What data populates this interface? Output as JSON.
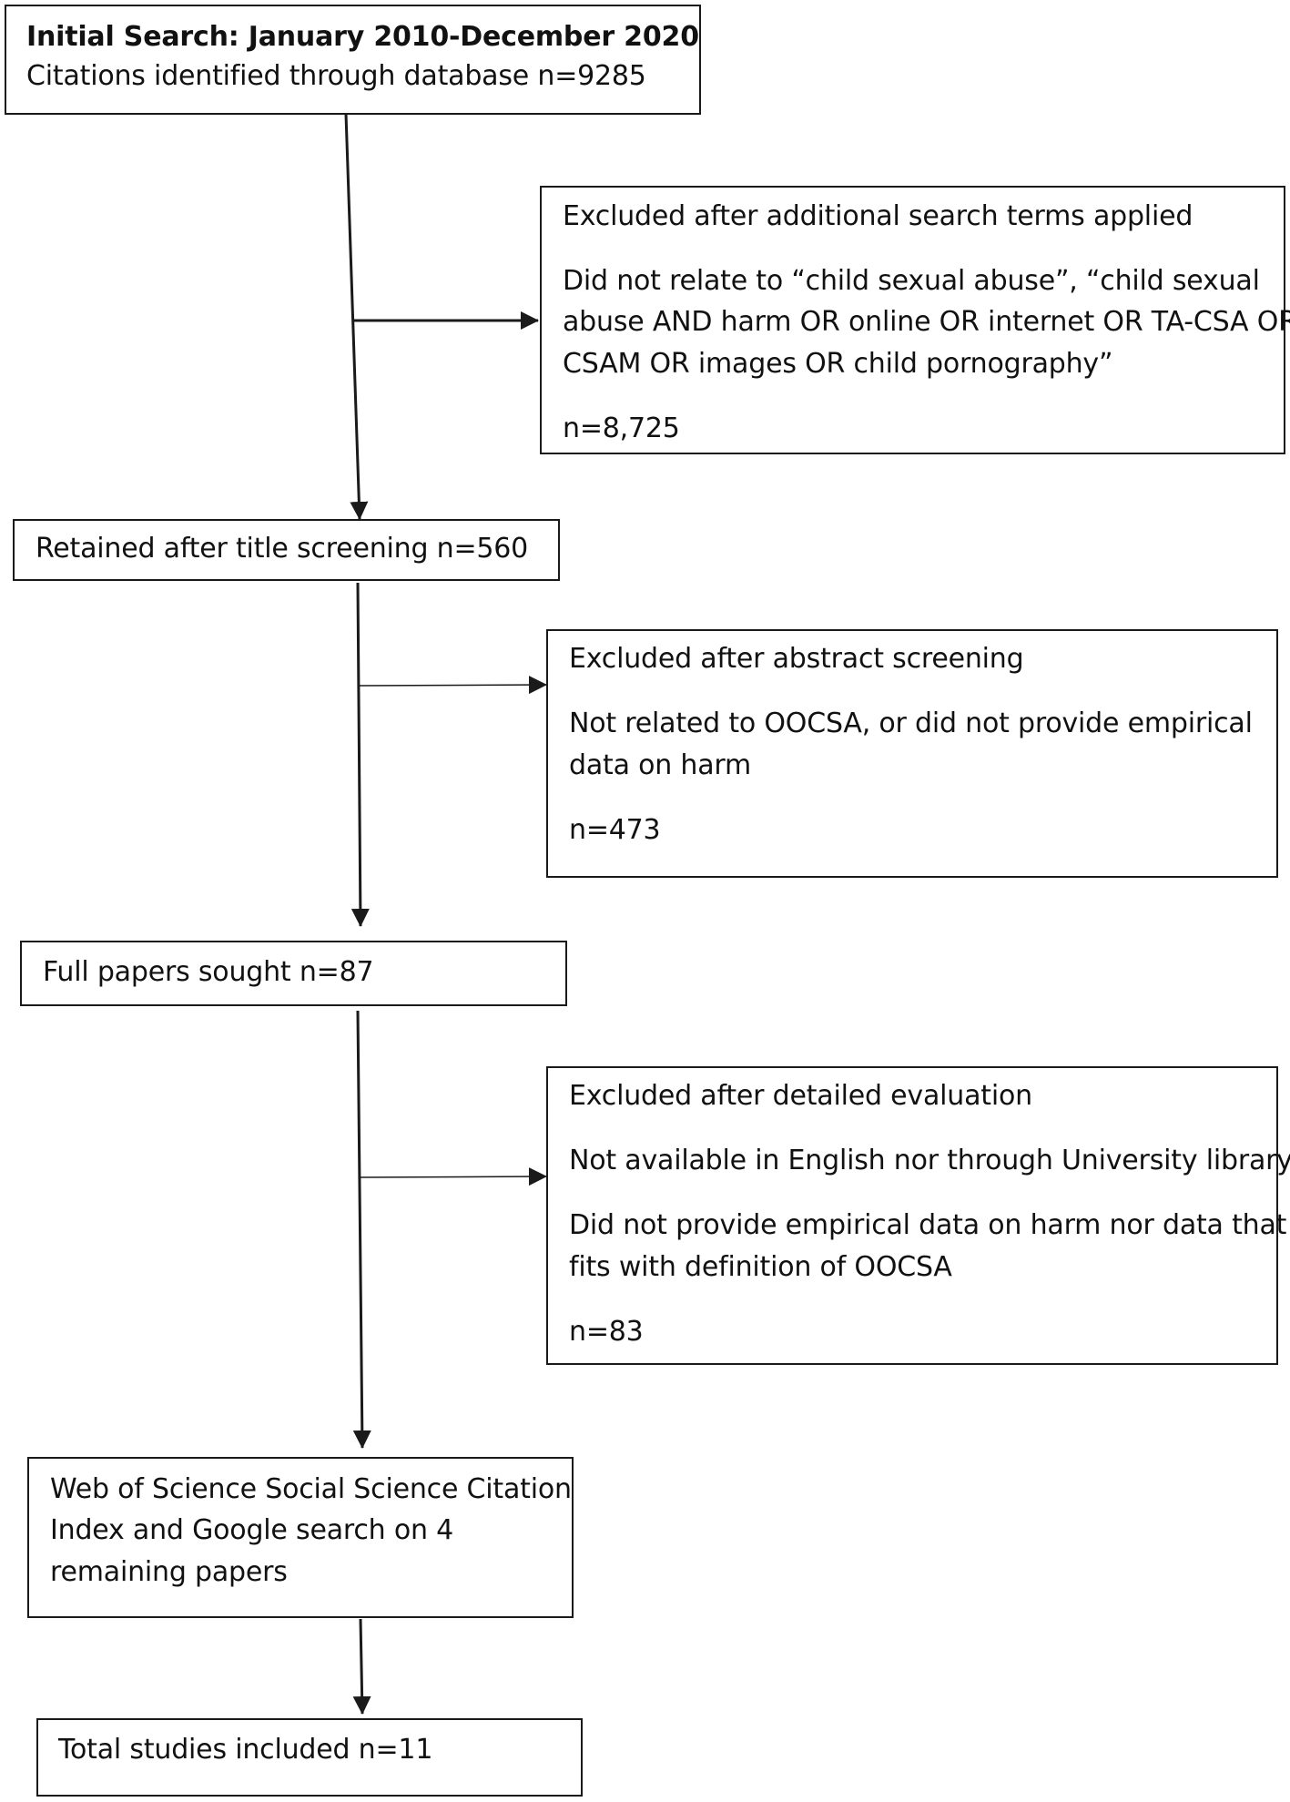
{
  "boxes": {
    "initial_search": {
      "title": "Initial Search: January 2010-December 2020",
      "line1": "Citations identified through database n=9285"
    },
    "excluded_search_terms": {
      "title": "Excluded after additional search terms applied",
      "line1": "Did not relate to “child sexual abuse”, “child sexual",
      "line2": "abuse AND harm OR online OR internet OR TA-CSA OR",
      "line3": "CSAM OR images OR child pornography”",
      "count": "n=8,725"
    },
    "retained_title": {
      "line1": "Retained after title screening n=560"
    },
    "excluded_abstract": {
      "title": "Excluded after abstract screening",
      "line1": "Not related to OOCSA, or did not provide empirical",
      "line2": "data on harm",
      "count": "n=473"
    },
    "full_papers": {
      "line1": "Full papers sought n=87"
    },
    "excluded_detailed": {
      "title": "Excluded after detailed evaluation",
      "line1": "Not available in English nor through University library",
      "line2": "Did not provide empirical data on harm nor data that",
      "line3": "fits with definition of OOCSA",
      "count": "n=83"
    },
    "web_of_science": {
      "line1": "Web of Science Social Science Citation",
      "line2": "Index and Google search on 4",
      "line3": "remaining papers"
    },
    "total_included": {
      "line1": "Total studies included n=11"
    }
  }
}
